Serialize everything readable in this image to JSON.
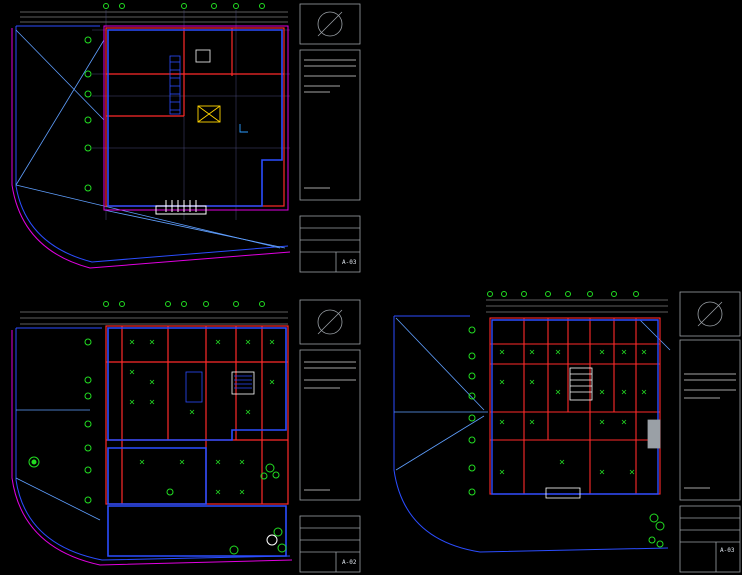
{
  "sheets": [
    {
      "id": "top-left",
      "label": "A-03"
    },
    {
      "id": "bottom-left",
      "label": "A-02"
    },
    {
      "id": "bottom-right",
      "label": "A-03"
    }
  ],
  "colors": {
    "background": "#000000",
    "wall_red": "#ff2a2a",
    "outline_blue": "#2b4dff",
    "dim_cyan": "#5f9fff",
    "magenta": "#e000e0",
    "green": "#22dd22",
    "yellow": "#ffd400",
    "white": "#e6e6e6",
    "gray": "#9aa0a6"
  }
}
